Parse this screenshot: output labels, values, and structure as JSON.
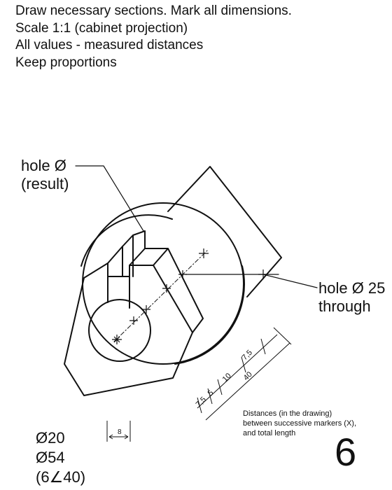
{
  "instructions": [
    "Draw necessary sections. Mark all dimensions.",
    "Scale 1:1 (cabinet projection)",
    "All values - measured distances",
    "Keep proportions"
  ],
  "labels": {
    "hole_result_line1": "hole Ø",
    "hole_result_line2": "(result)",
    "hole_through_line1": "hole Ø 25",
    "hole_through_line2": "through"
  },
  "dimensions": {
    "d1": "7,5",
    "d2": "5",
    "d3": "10",
    "d4": "7,5",
    "total": "40",
    "slot_width": "8"
  },
  "note": [
    "Distances (in the drawing)",
    "between successive markers (X),",
    "and total length"
  ],
  "spec": [
    "Ø20",
    "Ø54",
    "(6∠40)"
  ],
  "page_number": "6"
}
